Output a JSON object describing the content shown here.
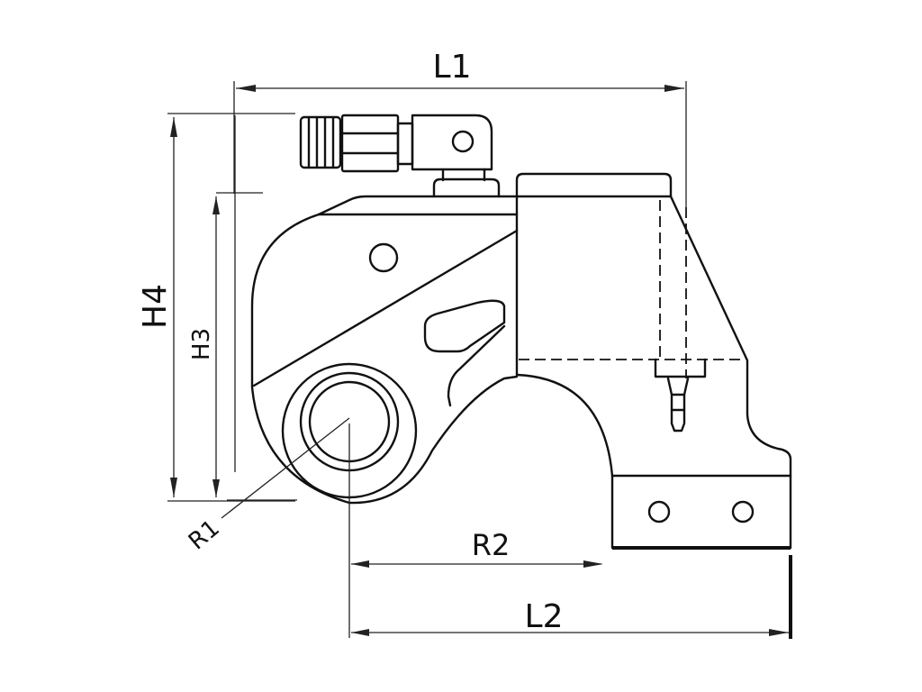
{
  "drawing": {
    "subject": "hydraulic-square-drive-torque-wrench",
    "view": "side-elevation",
    "line_color": "#111111",
    "background": "#ffffff"
  },
  "dimensions": {
    "L1": {
      "label": "L1",
      "orientation": "horizontal",
      "position": "top"
    },
    "L2": {
      "label": "L2",
      "orientation": "horizontal",
      "position": "bottom"
    },
    "R1": {
      "label": "R1",
      "orientation": "radial",
      "position": "bottom-left"
    },
    "R2": {
      "label": "R2",
      "orientation": "horizontal",
      "position": "bottom"
    },
    "H3": {
      "label": "H3",
      "orientation": "vertical",
      "position": "left-inner"
    },
    "H4": {
      "label": "H4",
      "orientation": "vertical",
      "position": "left-outer"
    }
  }
}
